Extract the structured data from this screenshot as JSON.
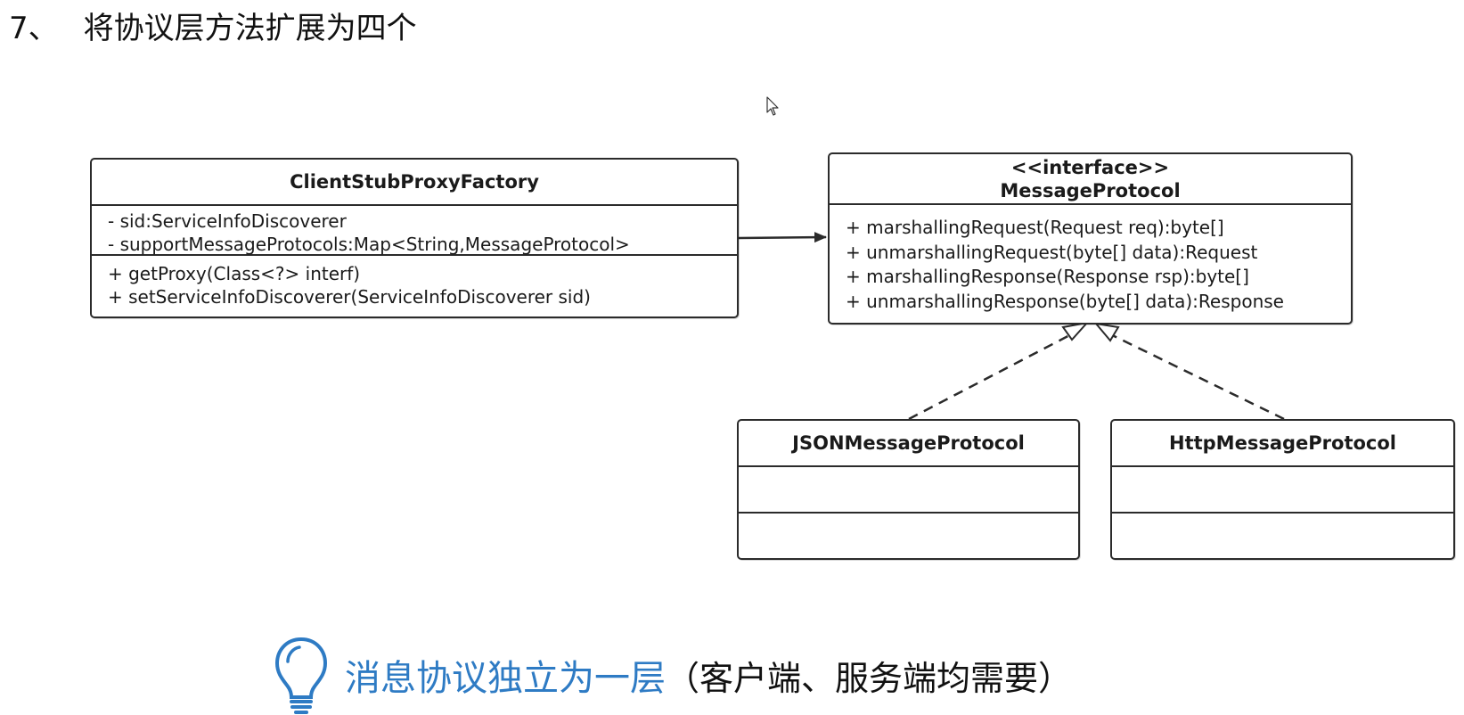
{
  "heading": {
    "number": "7、",
    "title": "将协议层方法扩展为四个"
  },
  "diagram": {
    "factory": {
      "name": "ClientStubProxyFactory",
      "attributes": [
        "- sid:ServiceInfoDiscoverer",
        "- supportMessageProtocols:Map<String,MessageProtocol>"
      ],
      "operations": [
        "+ getProxy(Class<?> interf)",
        "+ setServiceInfoDiscoverer(ServiceInfoDiscoverer sid)"
      ]
    },
    "protocol": {
      "stereotype": "<<interface>>",
      "name": "MessageProtocol",
      "operations": [
        "+ marshallingRequest(Request req):byte[]",
        "+ unmarshallingRequest(byte[] data):Request",
        "+ marshallingResponse(Response rsp):byte[]",
        "+ unmarshallingResponse(byte[] data):Response"
      ]
    },
    "json_impl": {
      "name": "JSONMessageProtocol"
    },
    "http_impl": {
      "name": "HttpMessageProtocol"
    },
    "line_color": "#2b2b2b"
  },
  "tip": {
    "icon": "lightbulb-icon",
    "icon_color": "#2e7bc4",
    "main_text": "消息协议独立为一层",
    "paren_text": "（客户端、服务端均需要）"
  }
}
